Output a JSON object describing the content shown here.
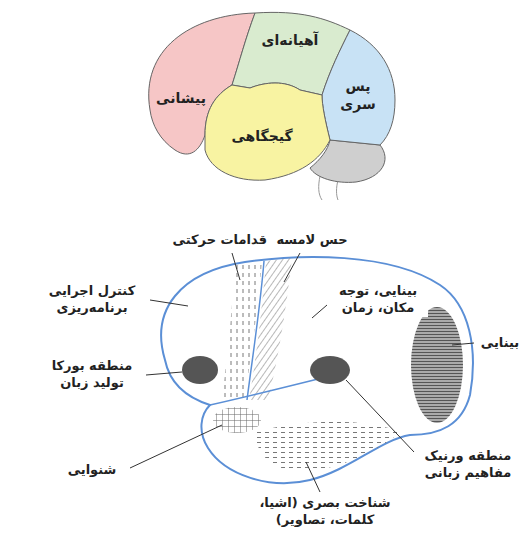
{
  "diagram": {
    "nodes": [
      {
        "text": [
          "آهیانه‌ای"
        ]
      },
      {
        "text": [
          "پیشانی"
        ]
      },
      {
        "text": [
          "پس سری"
        ]
      },
      {
        "text": [
          "گیجگاهی"
        ]
      }
    ],
    "labels": [
      "اقدامات حرکتی",
      "حس لامسه",
      "کنترل اجرایی برنامه‌ریزی",
      "بینایی، توجه مکان، زمان",
      "بینایی",
      "منطقه بورکا تولید زبان",
      "منطقه ورنیک مفاهیم زبانی",
      "شنوایی",
      "شناخت بصری (اشیا، کلمات، تصاویر)"
    ]
  }
}
